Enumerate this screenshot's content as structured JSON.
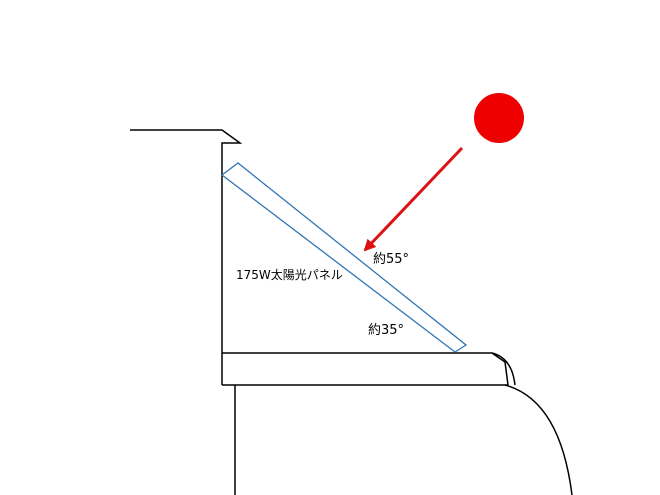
{
  "labels": {
    "panel": "175W太陽光パネル",
    "angle_sun": "約55°",
    "angle_tilt": "約35°"
  },
  "colors": {
    "sun": "#ee0000",
    "arrow": "#dd1111",
    "panel": "#2e75b6",
    "structure": "#000000"
  },
  "icons": {
    "sun": "sun-circle-icon",
    "arrow": "sunlight-arrow-icon"
  }
}
